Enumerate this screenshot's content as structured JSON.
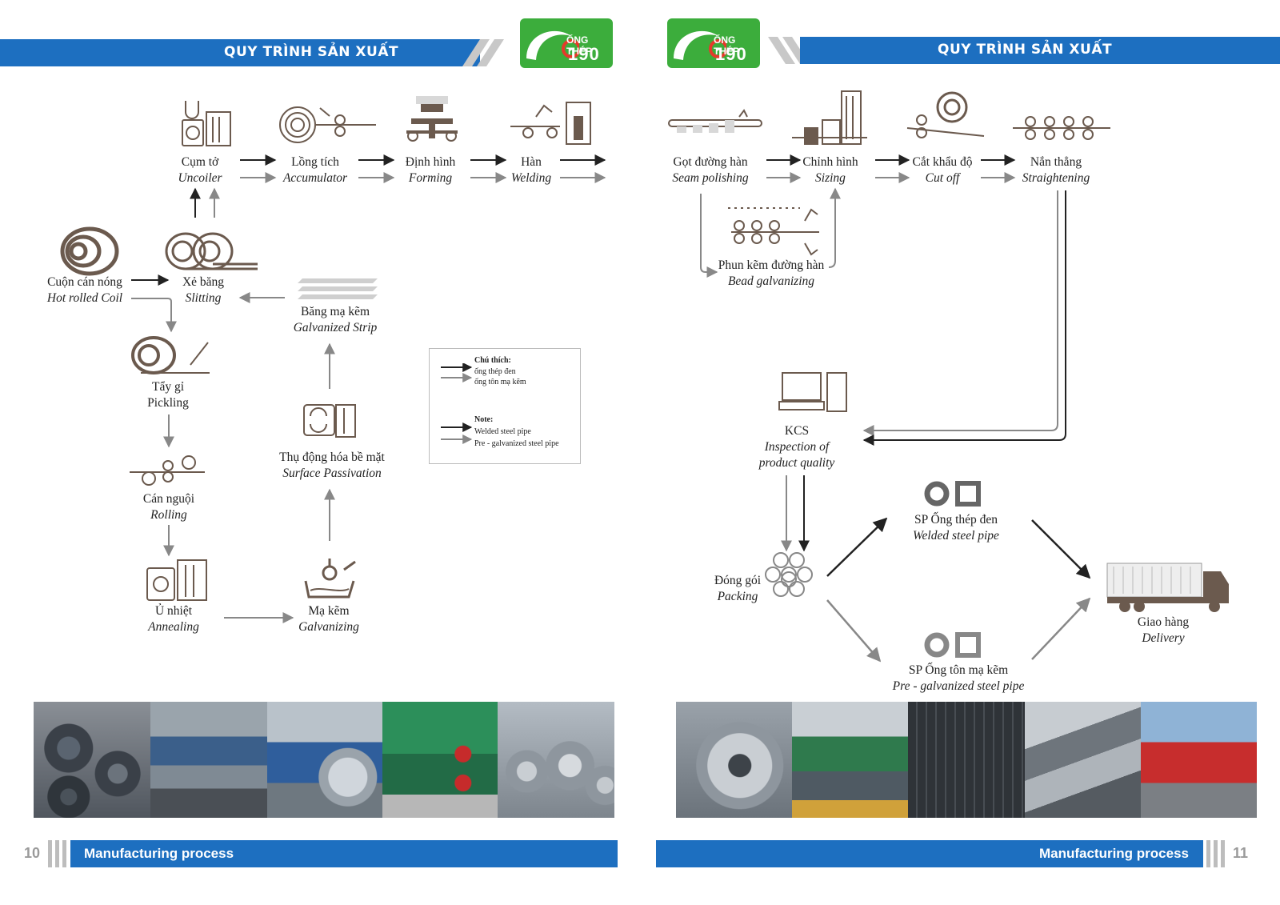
{
  "left_page": {
    "header_title": "QUY TRÌNH SẢN XUẤT",
    "logo": {
      "line1": "ỐNG THÉP",
      "line2": "190"
    },
    "footer_title": "Manufacturing process",
    "page_number": "10",
    "steps": {
      "uncoiler": {
        "vi": "Cụm tở",
        "en": "Uncoiler"
      },
      "accumulator": {
        "vi": "Lồng tích",
        "en": "Accumulator"
      },
      "forming": {
        "vi": "Định hình",
        "en": "Forming"
      },
      "welding": {
        "vi": "Hàn",
        "en": "Welding"
      },
      "hot_rolled_coil": {
        "vi": "Cuộn cán nóng",
        "en": "Hot rolled Coil"
      },
      "slitting": {
        "vi": "Xẻ băng",
        "en": "Slitting"
      },
      "galvanized_strip": {
        "vi": "Băng mạ kẽm",
        "en": "Galvanized Strip"
      },
      "pickling": {
        "vi": "Tẩy gỉ",
        "en": "Pickling"
      },
      "surface_passivation": {
        "vi": "Thụ động hóa bề mặt",
        "en": "Surface Passivation"
      },
      "rolling": {
        "vi": "Cán nguội",
        "en": "Rolling"
      },
      "annealing": {
        "vi": "Ủ nhiệt",
        "en": "Annealing"
      },
      "galvanizing": {
        "vi": "Mạ kẽm",
        "en": "Galvanizing"
      }
    },
    "legend": {
      "vi_heading": "Chú thích:",
      "vi_black": "ống thép đen",
      "vi_gray": "ống tôn mạ kẽm",
      "en_heading": "Note:",
      "en_black": "Welded steel pipe",
      "en_gray": "Pre - galvanized steel pipe"
    }
  },
  "right_page": {
    "header_title": "QUY TRÌNH SẢN XUẤT",
    "logo": {
      "line1": "ỐNG THÉP",
      "line2": "190"
    },
    "footer_title": "Manufacturing process",
    "page_number": "11",
    "steps": {
      "seam_polishing": {
        "vi": "Gọt đường hàn",
        "en": "Seam polishing"
      },
      "sizing": {
        "vi": "Chỉnh hình",
        "en": "Sizing"
      },
      "cut_off": {
        "vi": "Cắt khẩu độ",
        "en": "Cut off"
      },
      "straightening": {
        "vi": "Nắn thẳng",
        "en": "Straightening"
      },
      "bead_galvanizing": {
        "vi": "Phun kẽm đường hàn",
        "en": "Bead galvanizing"
      },
      "kcs": {
        "vi": "KCS",
        "en": "Inspection of",
        "en2": "product quality"
      },
      "welded_pipe": {
        "vi": "SP Ống thép đen",
        "en": "Welded steel pipe"
      },
      "packing": {
        "vi": "Đóng gói",
        "en": "Packing"
      },
      "delivery": {
        "vi": "Giao hàng",
        "en": "Delivery"
      },
      "pregalv_pipe": {
        "vi": "SP Ống tôn mạ kẽm",
        "en": "Pre - galvanized steel pipe"
      }
    }
  },
  "colors": {
    "band_blue": "#1d6fc0",
    "logo_green": "#3cad3c",
    "icon_brown": "#6b5a4e",
    "arrow_black": "#222222",
    "arrow_gray": "#888888"
  },
  "photos_left": [
    "steel-coils-photo",
    "slitting-line-photo",
    "coil-processing-photo",
    "pipe-mill-photo",
    "galvanized-coils-photo"
  ],
  "photos_right": [
    "galvanized-coil-photo",
    "production-line-photo",
    "square-pipes-photo",
    "steel-profiles-photo",
    "delivery-trucks-photo"
  ]
}
